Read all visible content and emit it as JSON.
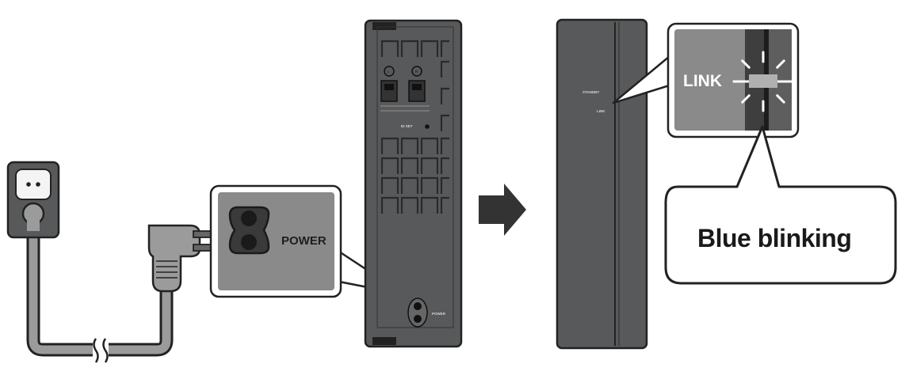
{
  "subwoofer_back": {
    "port_left_label": "L",
    "port_right_label": "R",
    "id_set_label": "ID SET",
    "power_label": "POWER"
  },
  "power_zoom": {
    "power_label": "POWER"
  },
  "subwoofer_front": {
    "standby_label": "STANDBY",
    "link_label": "LINK"
  },
  "link_zoom": {
    "link_label": "LINK"
  },
  "callout": {
    "text": "Blue blinking"
  },
  "colors": {
    "device_body": "#58595b",
    "device_outline": "#222222",
    "zoom_panel": "#8a8a8a",
    "cable": "#9b9b9b",
    "arrow": "#333333"
  },
  "icons": [
    "wall-outlet-icon",
    "power-plug-icon",
    "right-arrow-icon",
    "blink-rays-icon"
  ]
}
